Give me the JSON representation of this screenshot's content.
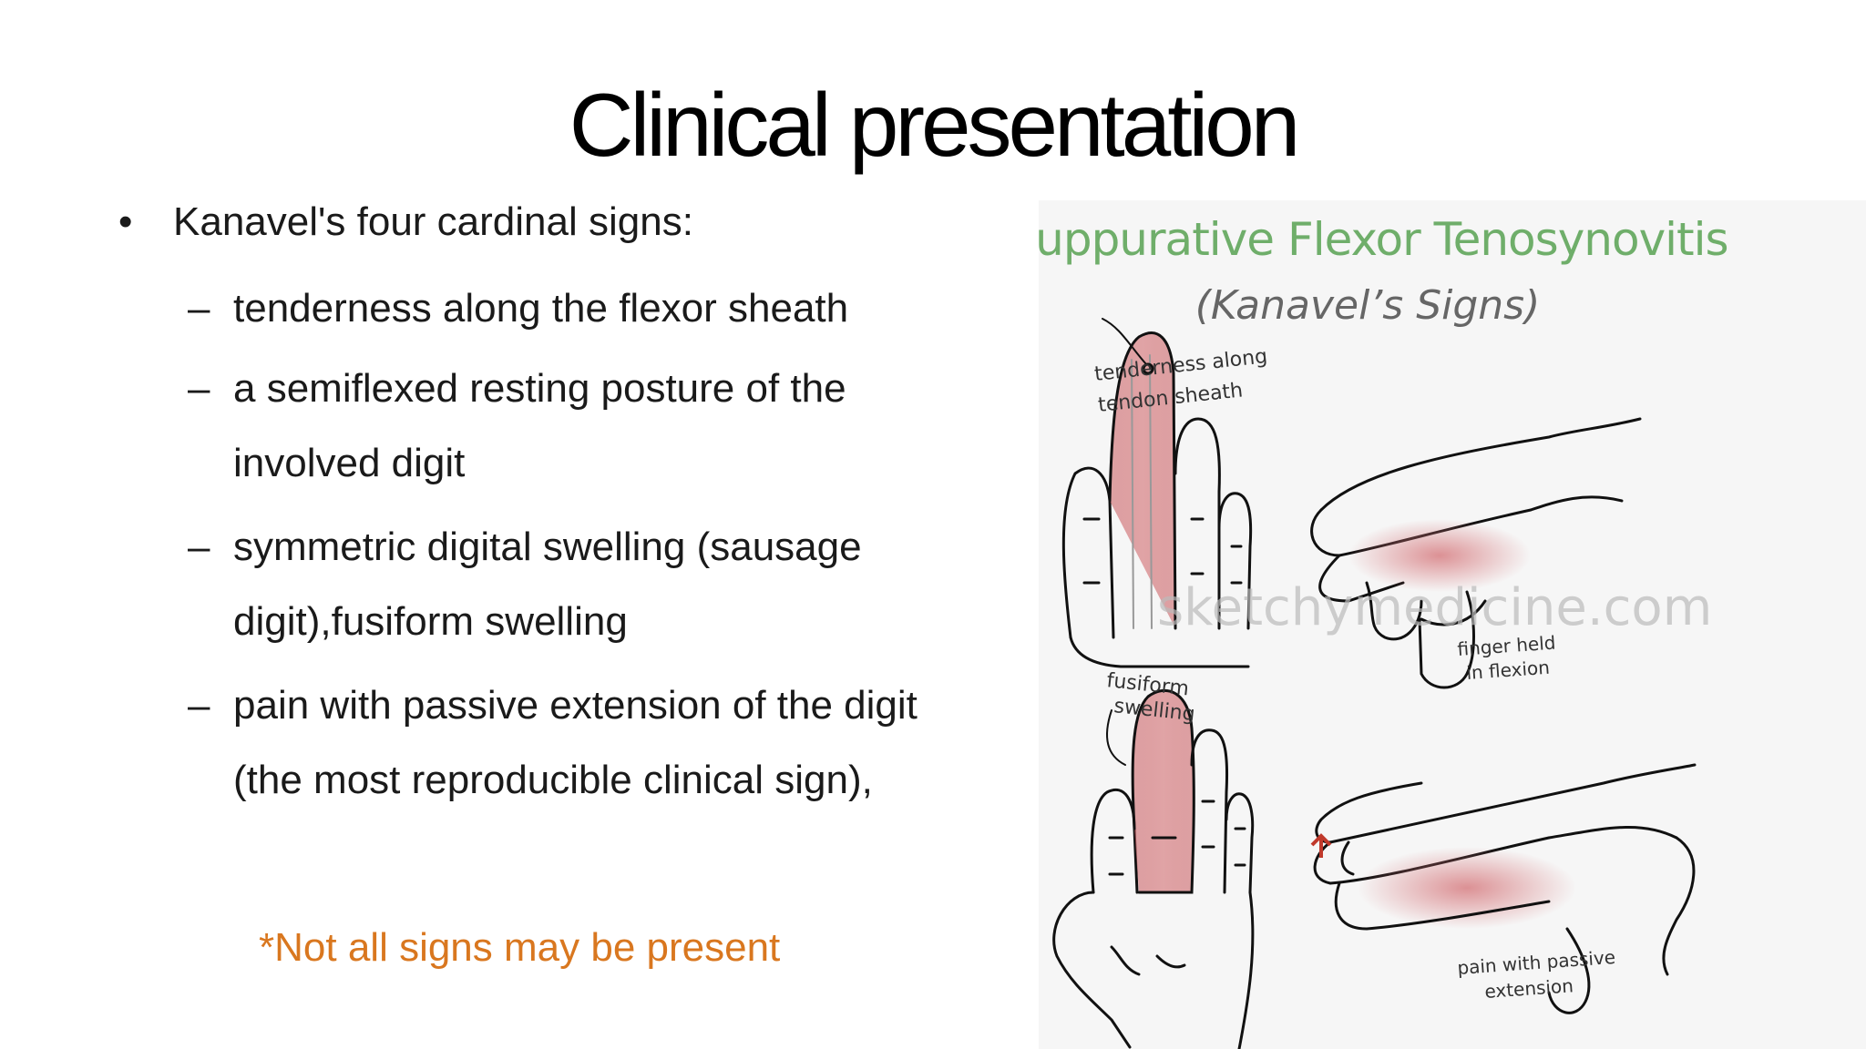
{
  "slide": {
    "title": "Clinical presentation",
    "bullet": "Kanavel's four cardinal signs:",
    "signs": [
      {
        "lines": [
          "tenderness along the flexor  sheath"
        ]
      },
      {
        "lines": [
          "a semiflexed resting posture  of the",
          "involved digit"
        ]
      },
      {
        "lines": [
          "symmetric digital swelling  (sausage",
          "digit),fusiform  swelling"
        ]
      },
      {
        "lines": [
          "pain with passive extension  of the digit",
          "(the most  reproducible clinical sign),"
        ]
      }
    ],
    "note": "*Not all signs may be  present"
  },
  "illustration": {
    "heading": "Suppurative Flexor Tenosynovitis",
    "subheading": "(Kanavel’s Signs)",
    "watermark": "sketchymedicine.com",
    "labels": {
      "tenderness": [
        "tenderness along",
        "tendon sheath"
      ],
      "flexion": [
        "finger held",
        "in flexion"
      ],
      "fusiform": [
        "fusiform",
        "swelling"
      ],
      "passive": [
        "pain with passive",
        "extension"
      ]
    },
    "colors": {
      "heading": "#6fae6a",
      "accent": "#c85a5f",
      "note": "#d9771f"
    }
  }
}
